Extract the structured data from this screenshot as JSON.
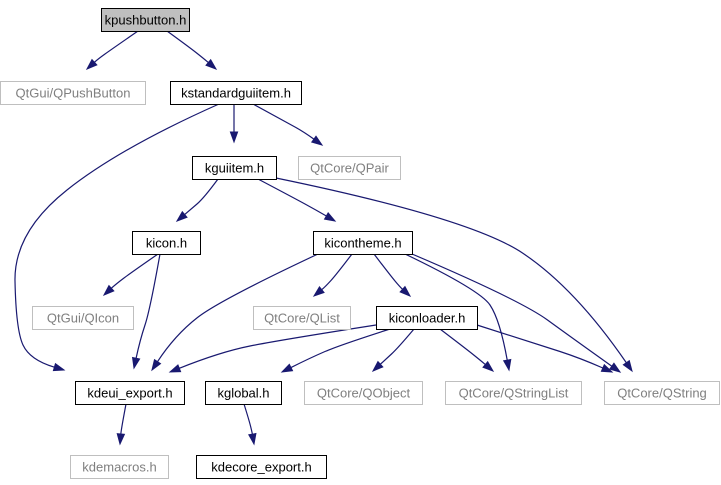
{
  "colors": {
    "edge": "#191970",
    "root_fill": "#bfbfbf",
    "local_border": "#000000",
    "external_border": "#bfbfbf",
    "external_text": "#7f7f7f"
  },
  "nodes": [
    {
      "id": "kpushbutton_h",
      "label": "kpushbutton.h",
      "kind": "root"
    },
    {
      "id": "qpushbutton",
      "label": "QtGui/QPushButton",
      "kind": "external"
    },
    {
      "id": "kstandardguiitem_h",
      "label": "kstandardguiitem.h",
      "kind": "local"
    },
    {
      "id": "kguiitem_h",
      "label": "kguiitem.h",
      "kind": "local"
    },
    {
      "id": "qpair",
      "label": "QtCore/QPair",
      "kind": "external"
    },
    {
      "id": "kicon_h",
      "label": "kicon.h",
      "kind": "local"
    },
    {
      "id": "kicontheme_h",
      "label": "kicontheme.h",
      "kind": "local"
    },
    {
      "id": "qicon",
      "label": "QtGui/QIcon",
      "kind": "external"
    },
    {
      "id": "qlist",
      "label": "QtCore/QList",
      "kind": "external"
    },
    {
      "id": "kiconloader_h",
      "label": "kiconloader.h",
      "kind": "local"
    },
    {
      "id": "kdeui_export_h",
      "label": "kdeui_export.h",
      "kind": "local"
    },
    {
      "id": "kglobal_h",
      "label": "kglobal.h",
      "kind": "local"
    },
    {
      "id": "qobject",
      "label": "QtCore/QObject",
      "kind": "external"
    },
    {
      "id": "qstringlist",
      "label": "QtCore/QStringList",
      "kind": "external"
    },
    {
      "id": "qstring",
      "label": "QtCore/QString",
      "kind": "external"
    },
    {
      "id": "kdemacros_h",
      "label": "kdemacros.h",
      "kind": "external"
    },
    {
      "id": "kdecore_export_h",
      "label": "kdecore_export.h",
      "kind": "local"
    }
  ],
  "edges": [
    {
      "from": "kpushbutton_h",
      "to": "qpushbutton"
    },
    {
      "from": "kpushbutton_h",
      "to": "kstandardguiitem_h"
    },
    {
      "from": "kstandardguiitem_h",
      "to": "kguiitem_h"
    },
    {
      "from": "kstandardguiitem_h",
      "to": "qpair"
    },
    {
      "from": "kstandardguiitem_h",
      "to": "kdeui_export_h"
    },
    {
      "from": "kguiitem_h",
      "to": "kicon_h"
    },
    {
      "from": "kguiitem_h",
      "to": "kicontheme_h"
    },
    {
      "from": "kguiitem_h",
      "to": "qstring"
    },
    {
      "from": "kicon_h",
      "to": "qicon"
    },
    {
      "from": "kicon_h",
      "to": "kdeui_export_h"
    },
    {
      "from": "kicontheme_h",
      "to": "qlist"
    },
    {
      "from": "kicontheme_h",
      "to": "kiconloader_h"
    },
    {
      "from": "kicontheme_h",
      "to": "kdeui_export_h"
    },
    {
      "from": "kicontheme_h",
      "to": "qstringlist"
    },
    {
      "from": "kicontheme_h",
      "to": "qstring"
    },
    {
      "from": "kiconloader_h",
      "to": "kdeui_export_h"
    },
    {
      "from": "kiconloader_h",
      "to": "kglobal_h"
    },
    {
      "from": "kiconloader_h",
      "to": "qobject"
    },
    {
      "from": "kiconloader_h",
      "to": "qstringlist"
    },
    {
      "from": "kiconloader_h",
      "to": "qstring"
    },
    {
      "from": "kdeui_export_h",
      "to": "kdemacros_h"
    },
    {
      "from": "kglobal_h",
      "to": "kdecore_export_h"
    }
  ]
}
